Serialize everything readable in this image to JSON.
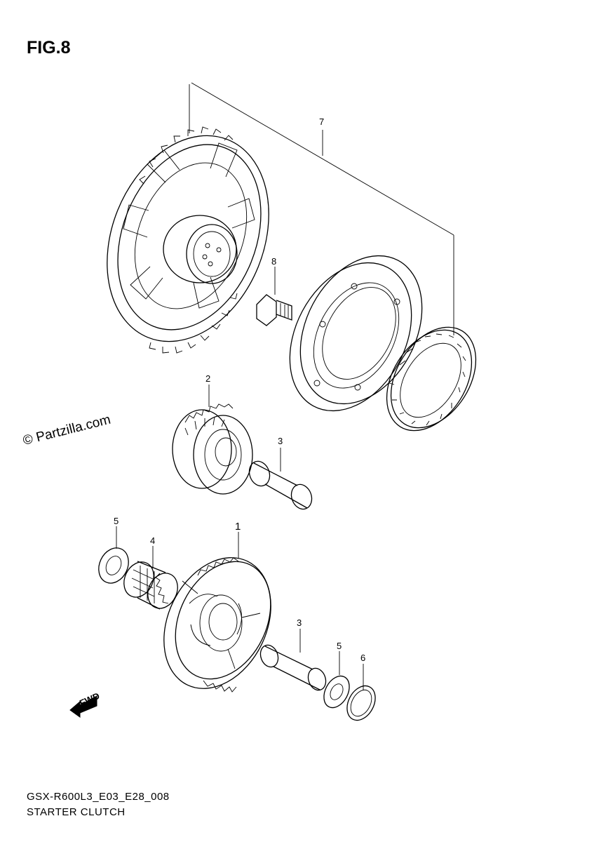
{
  "figure": {
    "title": "FIG.8"
  },
  "watermark": "© Partzilla.com",
  "callouts": {
    "c1": "1",
    "c2": "2",
    "c3a": "3",
    "c3b": "3",
    "c4": "4",
    "c5a": "5",
    "c5b": "5",
    "c6": "6",
    "c7": "7",
    "c8": "8"
  },
  "direction_arrow": "FWD",
  "footer": {
    "code": "GSX-R600L3_E03_E28_008",
    "name": "STARTER CLUTCH"
  },
  "icons": {
    "arrow": "forward-arrow-icon"
  }
}
